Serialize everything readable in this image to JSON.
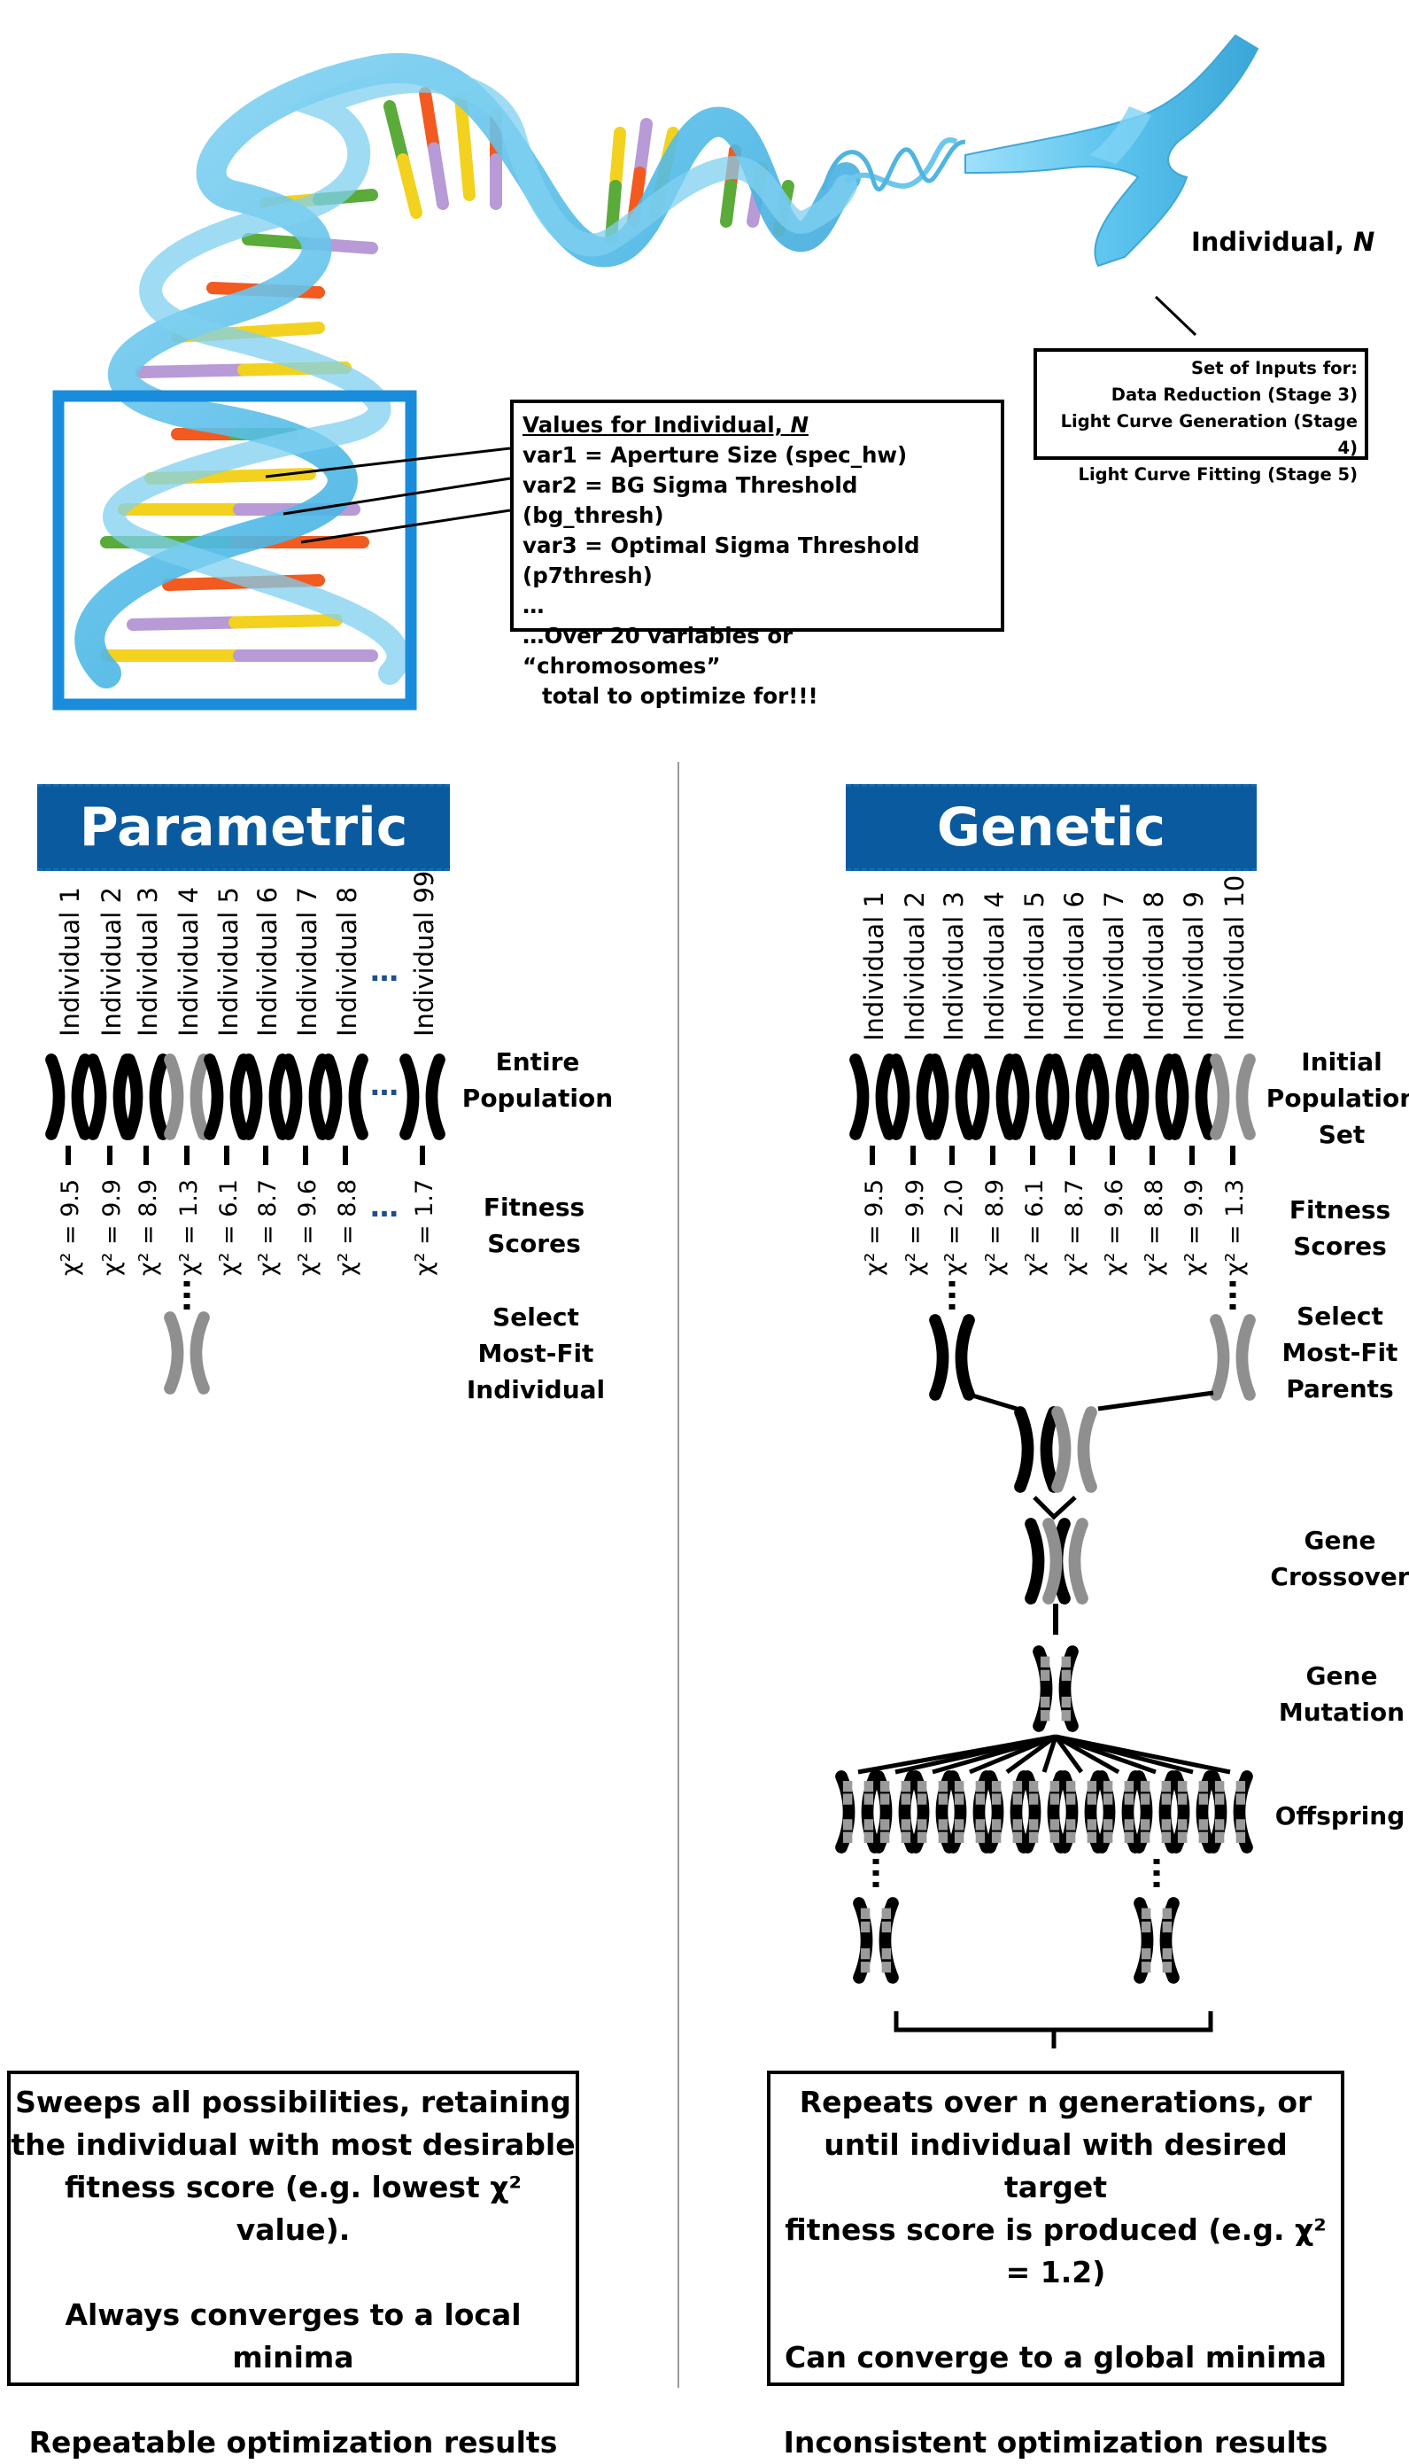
{
  "top": {
    "individual_label": "Individual, ",
    "individual_label_var": "N",
    "values_box": {
      "title": "Values for Individual, ",
      "title_var": "N",
      "lines": [
        "var1 = Aperture Size (spec_hw)",
        "var2 = BG Sigma Threshold (bg_thresh)",
        "var3 = Optimal Sigma Threshold (p7thresh)",
        "…",
        "…Over 20 variables or “chromosomes”"
      ],
      "last_line": "total to optimize for!!!"
    },
    "inputs_box": {
      "lines": [
        "Set of Inputs for:",
        "Data Reduction (Stage 3)",
        "Light Curve Generation (Stage 4)",
        "Light Curve Fitting (Stage 5)"
      ]
    },
    "colors": {
      "helix": "#5bc0e8",
      "helix_dark": "#2f95c6",
      "frame": "#1a8cdc",
      "rung_yellow": "#f2d21e",
      "rung_orange": "#f25a1f",
      "rung_green": "#5aab3a",
      "rung_purple": "#b79ad6"
    }
  },
  "parametric": {
    "banner": "Parametric",
    "individuals": [
      "Individual 1",
      "Individual 2",
      "Individual 3",
      "Individual 4",
      "Individual 5",
      "Individual 6",
      "Individual 7",
      "Individual 8",
      "Individual 99"
    ],
    "fitness": [
      "χ² = 9.5",
      "χ² = 9.9",
      "χ² = 8.9",
      "χ² = 1.3",
      "χ² = 6.1",
      "χ² = 8.7",
      "χ² = 9.6",
      "χ² = 8.8",
      "χ² = 1.7"
    ],
    "ellipsis": "…",
    "steps": {
      "population": [
        "Entire",
        "Population"
      ],
      "fitness": [
        "Fitness",
        "Scores"
      ],
      "select": [
        "Select",
        "Most-Fit",
        "Individual"
      ]
    },
    "summary": [
      "Sweeps all possibilities, retaining",
      "the individual with most desirable",
      "fitness score (e.g. lowest χ² value).",
      "Always converges to a local minima",
      "Repeatable optimization results"
    ]
  },
  "genetic": {
    "banner": "Genetic",
    "individuals": [
      "Individual 1",
      "Individual 2",
      "Individual 3",
      "Individual 4",
      "Individual 5",
      "Individual 6",
      "Individual 7",
      "Individual 8",
      "Individual 9",
      "Individual 10"
    ],
    "fitness": [
      "χ² = 9.5",
      "χ² = 9.9",
      "χ² = 2.0",
      "χ² = 8.9",
      "χ² = 6.1",
      "χ² = 8.7",
      "χ² = 9.6",
      "χ² = 8.8",
      "χ² = 9.9",
      "χ² = 1.3"
    ],
    "steps": {
      "population": [
        "Initial",
        "Population",
        "Set"
      ],
      "fitness": [
        "Fitness",
        "Scores"
      ],
      "select": [
        "Select",
        "Most-Fit",
        "Parents"
      ],
      "crossover": [
        "Gene",
        "Crossover"
      ],
      "mutation": [
        "Gene",
        "Mutation"
      ],
      "offspring": [
        "Offspring"
      ]
    },
    "summary": [
      "Repeats over n generations, or",
      "until individual with desired target",
      "fitness score is produced (e.g. χ² = 1.2)",
      "Can converge to a global minima",
      "Inconsistent optimization results"
    ]
  }
}
